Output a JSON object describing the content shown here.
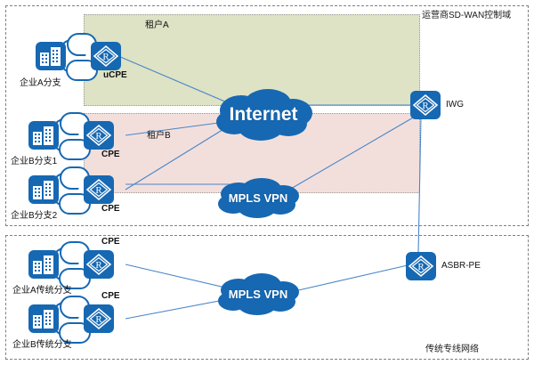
{
  "diagram": {
    "title_visible": false,
    "colors": {
      "node_blue": "#1668b3",
      "cloud_blue": "#1668b3",
      "tenant_a_fill": "#dde3c4",
      "tenant_b_fill": "#f2dfdc",
      "link_stroke": "#4a86c8",
      "region_border": "#808080"
    }
  },
  "regions": [
    {
      "id": "sdwan",
      "label": "运营商SD-WAN控制域"
    },
    {
      "id": "legacy",
      "label": "传统专线网络"
    }
  ],
  "tenants": [
    {
      "id": "tenant-a",
      "label": "租户A",
      "fill": "#dde3c4"
    },
    {
      "id": "tenant-b",
      "label": "租户B",
      "fill": "#f2dfdc"
    }
  ],
  "sites": [
    {
      "id": "site-a-branch",
      "site_label": "企业A分支",
      "device_label": "uCPE",
      "device_icon": "router-icon",
      "site_icon": "building-icon"
    },
    {
      "id": "site-b-branch1",
      "site_label": "企业B分支1",
      "device_label": "CPE",
      "device_icon": "router-icon",
      "site_icon": "building-icon"
    },
    {
      "id": "site-b-branch2",
      "site_label": "企业B分支2",
      "device_label": "CPE",
      "device_icon": "router-icon",
      "site_icon": "building-icon"
    },
    {
      "id": "site-a-legacy",
      "site_label": "企业A传统分支",
      "device_label": "CPE",
      "device_icon": "router-icon",
      "site_icon": "building-icon"
    },
    {
      "id": "site-b-legacy",
      "site_label": "企业B传统分支",
      "device_label": "CPE",
      "device_icon": "router-icon",
      "site_icon": "building-icon"
    }
  ],
  "gateways": [
    {
      "id": "iwg",
      "label": "IWG",
      "icon": "router-icon"
    },
    {
      "id": "asbr-pe",
      "label": "ASBR-PE",
      "icon": "router-icon"
    }
  ],
  "clouds": [
    {
      "id": "internet",
      "label": "Internet",
      "icon": "cloud-icon"
    },
    {
      "id": "mpls-vpn-upper",
      "label": "MPLS VPN",
      "icon": "cloud-icon"
    },
    {
      "id": "mpls-vpn-lower",
      "label": "MPLS VPN",
      "icon": "cloud-icon"
    }
  ],
  "links": [
    {
      "from": "site-a-branch",
      "to": "internet"
    },
    {
      "from": "site-b-branch1",
      "to": "internet"
    },
    {
      "from": "site-b-branch2",
      "to": "internet"
    },
    {
      "from": "internet",
      "to": "iwg"
    },
    {
      "from": "mpls-vpn-upper",
      "to": "iwg"
    },
    {
      "from": "site-b-branch2",
      "to": "mpls-vpn-upper"
    },
    {
      "from": "iwg",
      "to": "asbr-pe"
    },
    {
      "from": "site-a-legacy",
      "to": "mpls-vpn-lower"
    },
    {
      "from": "site-b-legacy",
      "to": "mpls-vpn-lower"
    },
    {
      "from": "mpls-vpn-lower",
      "to": "asbr-pe"
    }
  ]
}
